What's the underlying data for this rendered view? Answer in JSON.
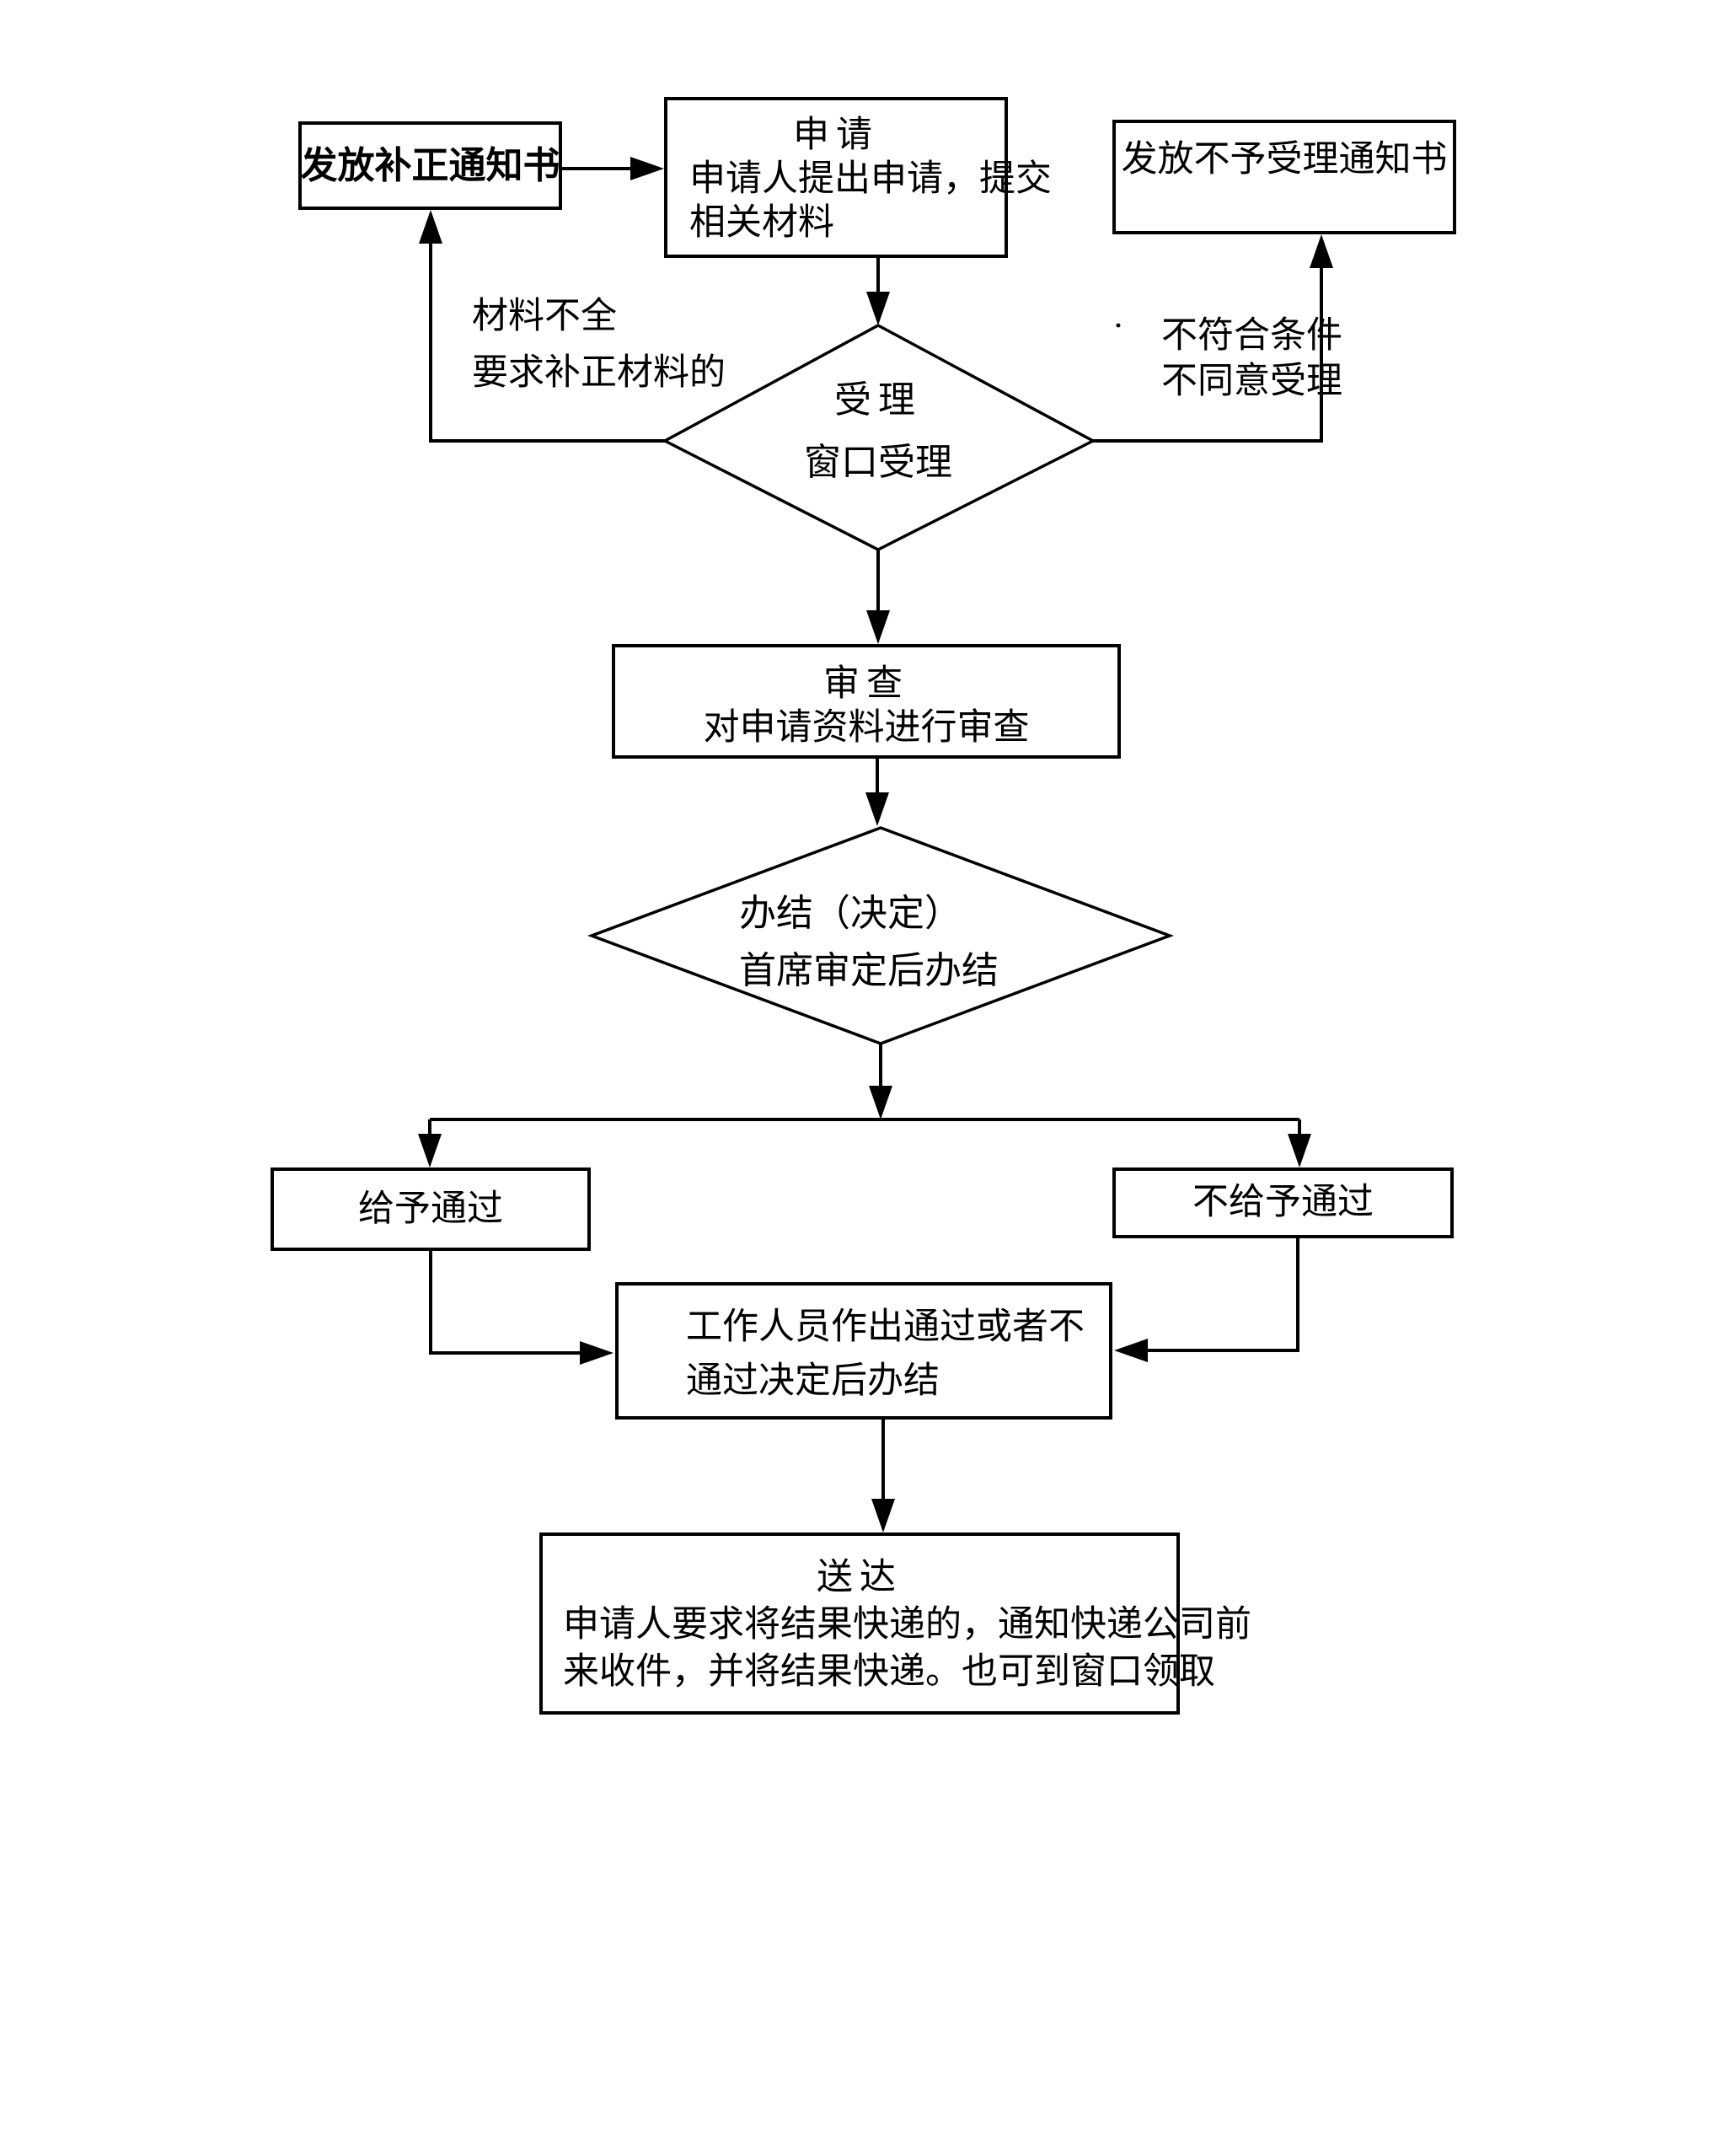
{
  "page": {
    "background": "#ffffff",
    "line_color": "#000000",
    "text_color": "#000000"
  },
  "nodes": {
    "supplement_notice": {
      "label": "发放补正通知书"
    },
    "apply": {
      "title": "申请",
      "line1": "申请人提出申请，提交",
      "line2": "相关材料"
    },
    "reject_notice": {
      "label": "发放不予受理通知书"
    },
    "accept": {
      "title": "受理",
      "subtitle": "窗口受理"
    },
    "review": {
      "title": "审查",
      "subtitle": "对申请资料进行审查"
    },
    "complete_decision": {
      "title": "办结（决定）",
      "subtitle": "首席审定后办结"
    },
    "approve": {
      "label": "给予通过"
    },
    "disapprove": {
      "label": "不给予通过"
    },
    "finalize": {
      "line1": "工作人员作出通过或者不",
      "line2": "通过决定后办结"
    },
    "delivery": {
      "title": "送达",
      "line1": "申请人要求将结果快递的，通知快递公司前",
      "line2": "来收件，并将结果快递。也可到窗口领取"
    }
  },
  "edge_labels": {
    "incomplete": {
      "line1": "材料不全",
      "line2": "要求补正材料的"
    },
    "unqualified": {
      "line1": "不符合条件",
      "line2": "不同意受理"
    },
    "stray_mark": "·"
  }
}
